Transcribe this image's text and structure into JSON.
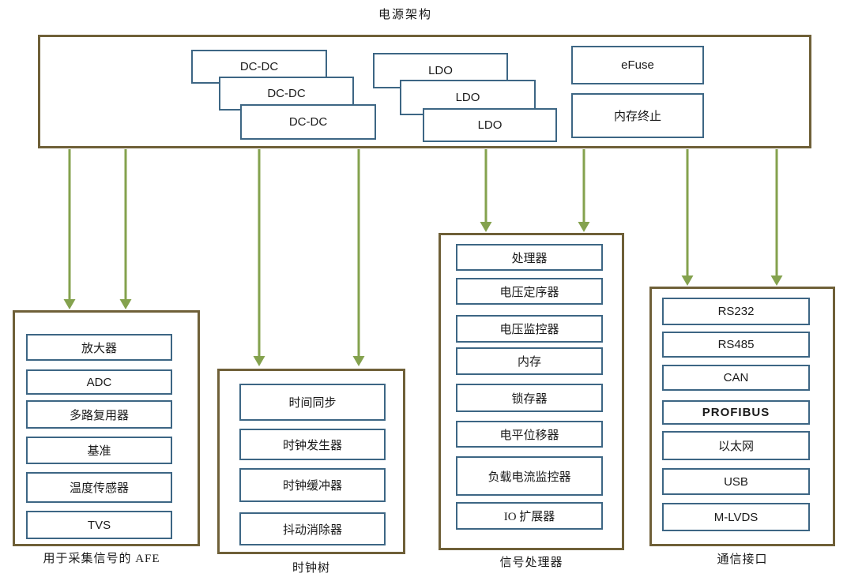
{
  "title": "电源架构",
  "colors": {
    "group_border": "#6f6038",
    "box_border": "#3d6684",
    "arrow": "#84a24e"
  },
  "power_box": {
    "dcdc_units": [
      "DC-DC",
      "DC-DC",
      "DC-DC"
    ],
    "ldo_units": [
      "LDO",
      "LDO",
      "LDO"
    ],
    "efuse_label": "eFuse",
    "memory_termination_label": "内存终止"
  },
  "groups": {
    "afe": {
      "label": "用于采集信号的 AFE",
      "items": [
        "放大器",
        "ADC",
        "多路复用器",
        "基准",
        "温度传感器",
        "TVS"
      ]
    },
    "clock_tree": {
      "label": "时钟树",
      "items": [
        "时间同步",
        "时钟发生器",
        "时钟缓冲器",
        "抖动消除器"
      ]
    },
    "signal_processor": {
      "label": "信号处理器",
      "items": [
        "处理器",
        "电压定序器",
        "电压监控器",
        "内存",
        "锁存器",
        "电平位移器",
        "负载电流监控器",
        "IO 扩展器"
      ]
    },
    "comm_interface": {
      "label": "通信接口",
      "items": [
        "RS232",
        "RS485",
        "CAN",
        "PROFIBUS",
        "以太网",
        "USB",
        "M-LVDS"
      ]
    }
  }
}
